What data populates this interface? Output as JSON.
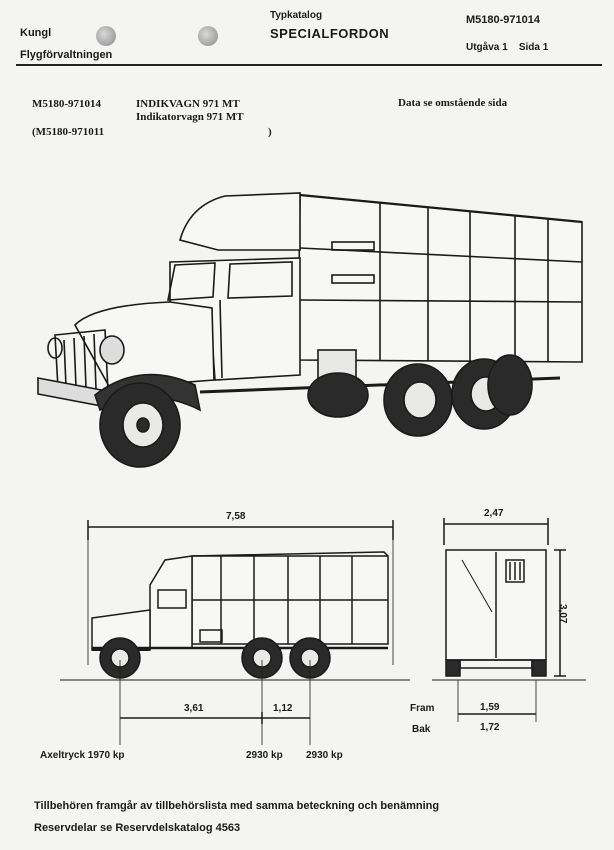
{
  "header": {
    "org_line1": "Kungl",
    "org_line2": "Flygförvaltningen",
    "catalog_small": "Typkatalog",
    "catalog_big": "SPECIALFORDON",
    "code": "M5180-971014",
    "edition": "Utgåva 1",
    "page": "Sida 1"
  },
  "identification": {
    "code1": "M5180-971014",
    "name1": "INDIKVAGN 971 MT",
    "alt_name": "Indikatorvagn 971 MT",
    "code2": "(M5180-971011",
    "paren_close": ")",
    "note": "Data se omstående sida"
  },
  "dimensions": {
    "overall_length": "7,58",
    "overall_width": "2,47",
    "height": "3,07",
    "wheelbase_front": "3,61",
    "wheelbase_rear": "1,12",
    "track_front_label": "Fram",
    "track_front": "1,59",
    "track_rear_label": "Bak",
    "track_rear": "1,72"
  },
  "axle_loads": {
    "front": "Axeltryck  1970 kp",
    "middle": "2930 kp",
    "rear": "2930 kp"
  },
  "footer": {
    "line1": "Tillbehören framgår av tillbehörslista med samma beteckning och benämning",
    "line2": "Reservdelar se Reservdelskatalog 4563"
  }
}
